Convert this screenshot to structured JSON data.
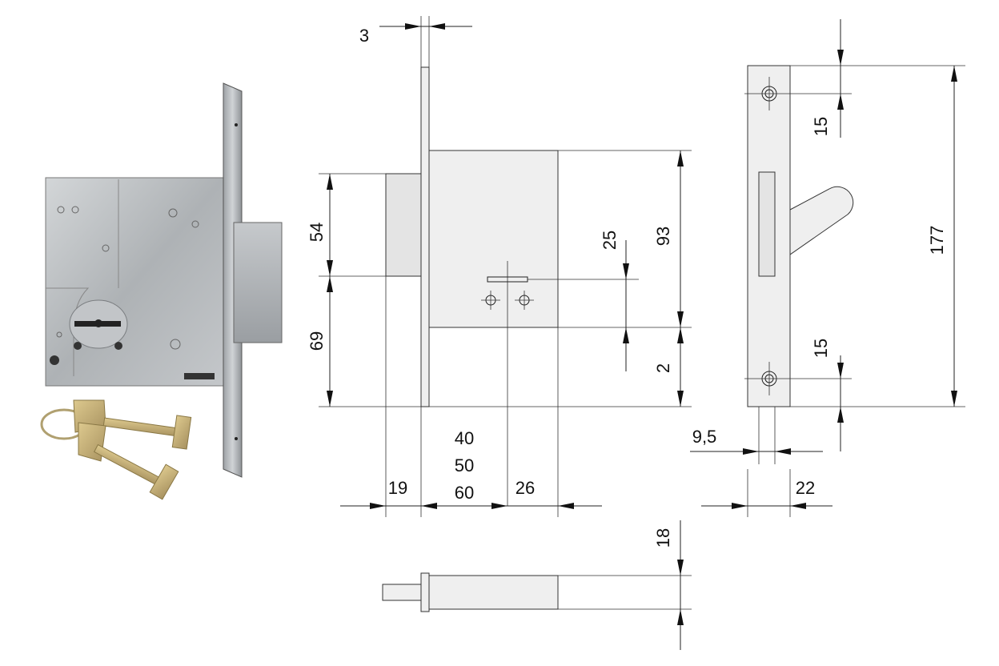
{
  "dimensions": {
    "top_plate_thickness": "3",
    "bolt_offset_upper": "54",
    "bolt_offset_lower": "69",
    "keyhole_to_bottom": "25",
    "case_height": "93",
    "bottom_gap": "2",
    "backset_options": [
      "40",
      "50",
      "60"
    ],
    "front_width": "19",
    "keyhole_spacing": "26",
    "strike_top_screw": "15",
    "strike_bottom_screw": "15",
    "strike_height": "177",
    "strike_slot_width": "9,5",
    "strike_width": "22",
    "bolt_height": "18"
  },
  "colors": {
    "metal": "#b9bcbf",
    "brass": "#c9b47a",
    "line": "#222222"
  }
}
